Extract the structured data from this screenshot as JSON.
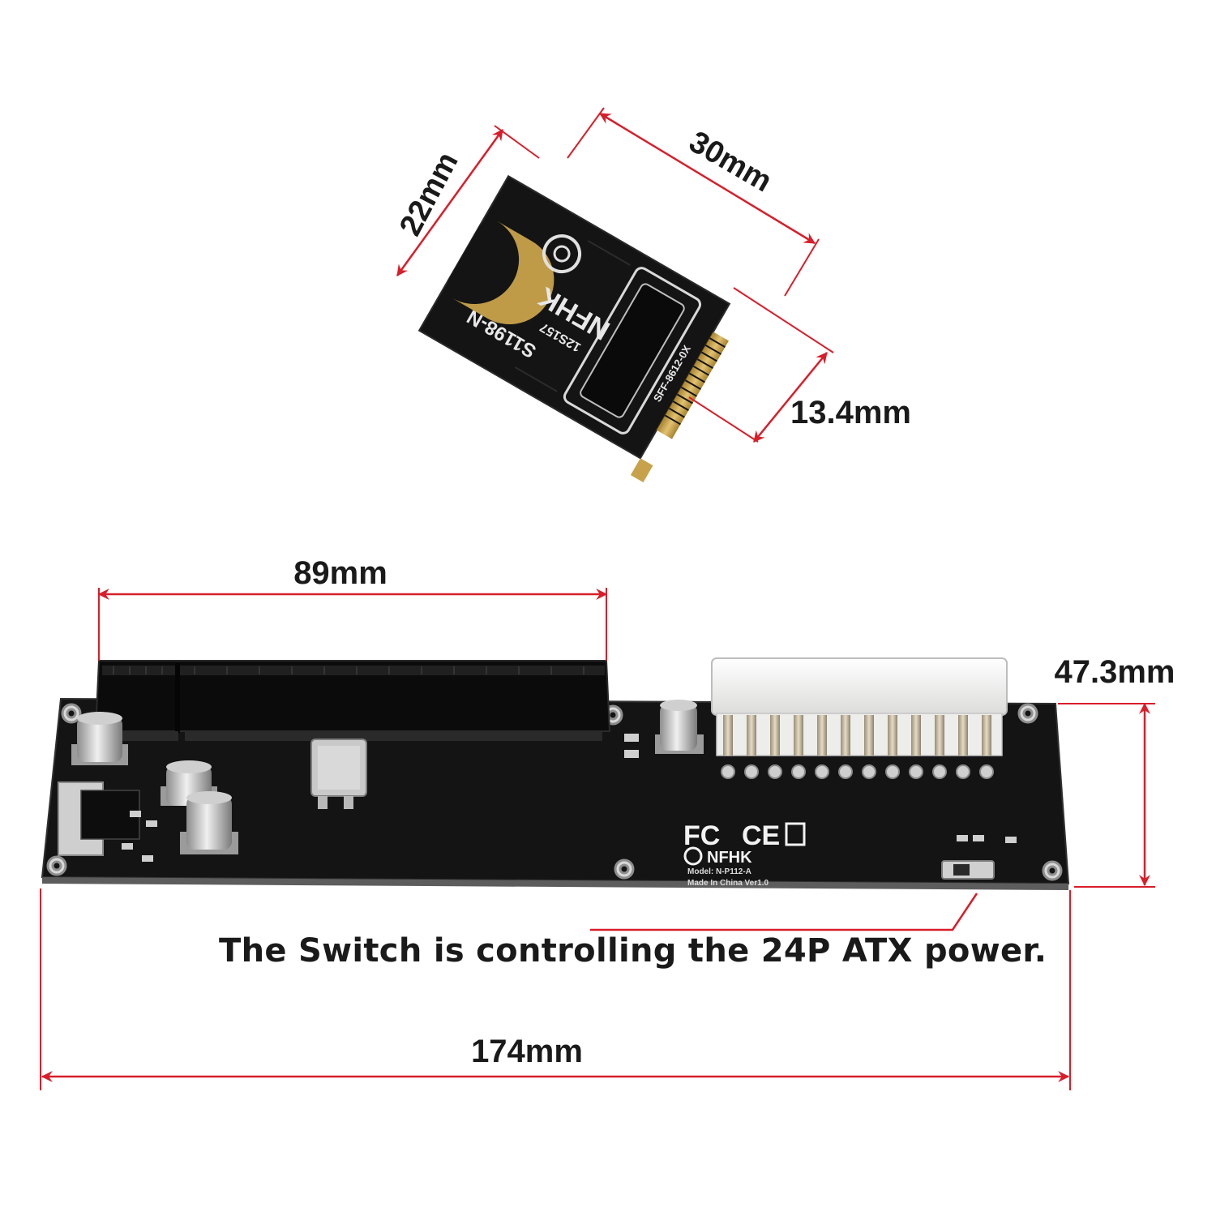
{
  "dimensions": {
    "m2_height": "22mm",
    "m2_length": "30mm",
    "m2_connector": "13.4mm",
    "slot_length": "89mm",
    "board_height": "47.3mm",
    "board_length": "174mm"
  },
  "caption": "The Switch is controlling the 24P ATX power.",
  "m2_card": {
    "brand": "NFHK",
    "model": "S1198-N",
    "pcb_code": "12S157",
    "connector_code": "SFF-8612-0X"
  },
  "main_board": {
    "brand": "NFHK",
    "certifications": [
      "FC",
      "CE"
    ],
    "model_line": "Model: N-P112-A",
    "origin_line": "Made In China Ver1.0"
  },
  "colors": {
    "dimension_line": "#d81e2a",
    "pcb": "#141414",
    "gold_finger": "#c8a24a",
    "atx_connector": "#f4f4f2"
  }
}
